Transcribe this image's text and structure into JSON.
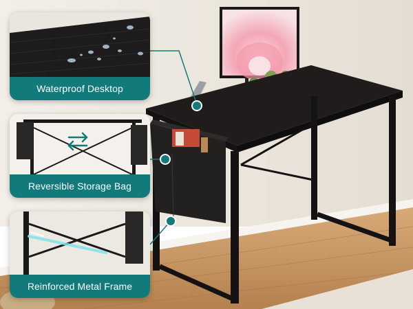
{
  "features": [
    {
      "label": "Waterproof Desktop"
    },
    {
      "label": "Reversible Storage Bag"
    },
    {
      "label": "Reinforced Metal Frame"
    }
  ],
  "colors": {
    "accent": "#127a7a",
    "desk": "#1c1a19",
    "wall": "#ece6dc",
    "floor": "#c89a68"
  }
}
